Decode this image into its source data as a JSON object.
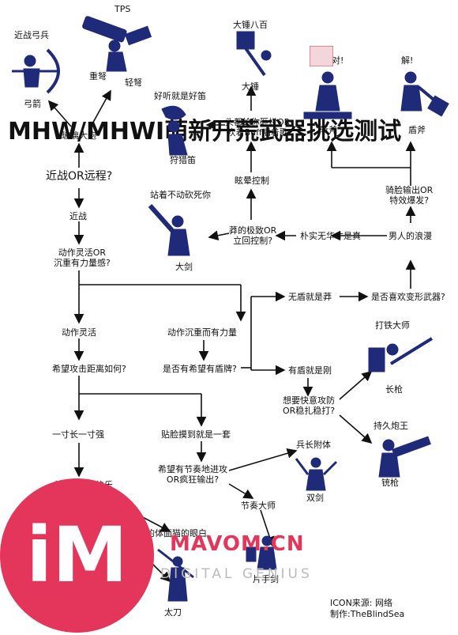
{
  "title_vertical": "MHW/MHWI萌新开荒武器挑选测试",
  "nodes": {
    "melee_bow_header": "近战弓兵",
    "tps": "TPS",
    "bow": "弓箭",
    "heavy_bowgun": "重弩",
    "light_bowgun": "轻弩",
    "glass_cannon": "玻璃大炮",
    "melee_or_ranged": "近战OR远程?",
    "melee": "近战",
    "agile_or_heavy": "动作灵活OR\n沉重有力量感?",
    "agile": "动作灵活",
    "heavy": "动作沉重而有力量",
    "attack_distance": "希望攻击距离如何?",
    "want_shield": "是否有希望有盾牌?",
    "one_inch": "一寸长一寸强",
    "close_contact": "贴脸摸到就是一套",
    "rhythm": "希望有节奏地进攻\nOR疯狂输出?",
    "no_shield": "无盾就是莽",
    "like_transform": "是否喜欢变形武器?",
    "shield_solid": "有盾就是刚",
    "fast_defense": "想要快意攻防\nOR稳扎稳打?",
    "blacksmith": "打铁大师",
    "lance": "长枪",
    "cannon_king": "持久炮王",
    "gunlance": "铳枪",
    "soldier_possessed": "兵长附体",
    "dual_blades": "双剑",
    "rhythm_master": "节奏大师",
    "sword_shield": "片手剑",
    "tachi_joy": "向往玉容的快乐",
    "tachi_cat": "的体面猫的眼白",
    "long_sword": "太刀",
    "stand_still": "站着不动砍死你",
    "great_sword": "大剑",
    "reckless_extreme": "莽的极致OR\n立回控制?",
    "plain": "朴实无华才是真",
    "mans_romance": "男人的浪漫",
    "face_burst": "骑脸输出OR\n特效爆发?",
    "stun_control": "眩晕控制",
    "buff_sing": "头都给你砸烂OR\n吹着Buff唱着歌",
    "hunting_horn": "狩猎笛",
    "nice_flute": "好听就是好笛",
    "hammer": "大锤",
    "hammer_header": "大锤八百",
    "switch_axe": "斩斧",
    "charge_blade": "盾斧",
    "speech_left": "对!",
    "speech_right": "解!"
  },
  "watermark": {
    "logo": "iM",
    "name": "MAVOM.CN",
    "sub": "DIGITAL GENIUS"
  },
  "credit": "ICON来源: 网络\n制作:TheBlindSea",
  "colors": {
    "icon": "#1f2a78",
    "line": "#111111",
    "watermark": "#e4355b"
  }
}
